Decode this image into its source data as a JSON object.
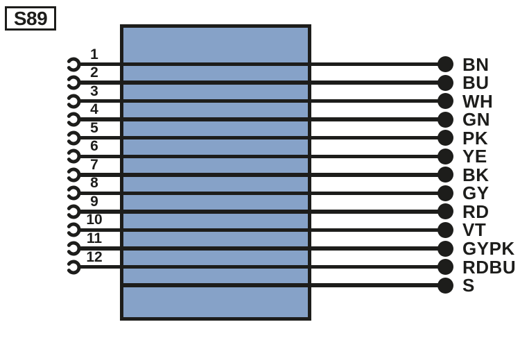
{
  "diagram": {
    "component_label": "S89",
    "wires": [
      {
        "pin": "1",
        "code": "BN"
      },
      {
        "pin": "2",
        "code": "BU"
      },
      {
        "pin": "3",
        "code": "WH"
      },
      {
        "pin": "4",
        "code": "GN"
      },
      {
        "pin": "5",
        "code": "PK"
      },
      {
        "pin": "6",
        "code": "YE"
      },
      {
        "pin": "7",
        "code": "BK"
      },
      {
        "pin": "8",
        "code": "GY"
      },
      {
        "pin": "9",
        "code": "RD"
      },
      {
        "pin": "10",
        "code": "VT"
      },
      {
        "pin": "11",
        "code": "GYPK"
      },
      {
        "pin": "12",
        "code": "RDBU"
      },
      {
        "pin": "",
        "code": "S"
      }
    ],
    "colors": {
      "line": "#1d1d1b",
      "connector_fill": "#86a2c8",
      "background": "#ffffff"
    }
  }
}
